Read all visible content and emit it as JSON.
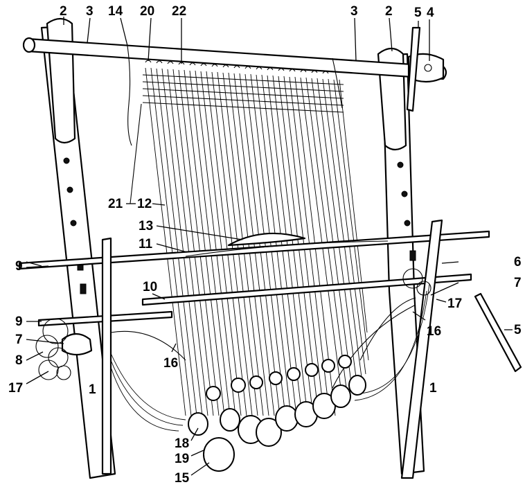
{
  "labels": {
    "top_2_left": "2",
    "top_3_left": "3",
    "top_14": "14",
    "top_20": "20",
    "top_22": "22",
    "top_3_right": "3",
    "top_2_right": "2",
    "top_5": "5",
    "top_4": "4",
    "left_21": "21",
    "left_12": "12",
    "left_13": "13",
    "left_11": "11",
    "left_9_upper": "9",
    "left_10": "10",
    "left_9_lower": "9",
    "left_7": "7",
    "left_8": "8",
    "left_16": "16",
    "left_17": "17",
    "left_1": "1",
    "right_1": "1",
    "right_6": "6",
    "right_7": "7",
    "right_17": "17",
    "right_16": "16",
    "right_5": "5",
    "bottom_18": "18",
    "bottom_19": "19",
    "bottom_15": "15"
  }
}
